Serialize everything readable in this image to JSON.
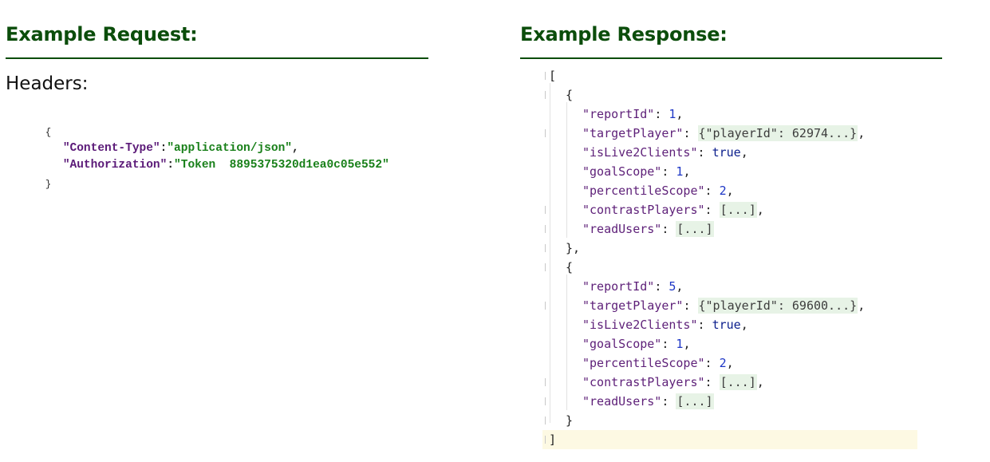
{
  "request": {
    "heading": "Example Request:",
    "headers_label": "Headers:",
    "open_brace": "{",
    "close_brace": "}",
    "lines": [
      {
        "key": "\"Content-Type\"",
        "sep": ":",
        "value": "\"application/json\"",
        "trail": ","
      },
      {
        "key": "\"Authorization\"",
        "sep": ":",
        "value": "\"Token  8895375320d1ea0c05e552\"",
        "trail": ""
      }
    ]
  },
  "response": {
    "heading": "Example Response:",
    "lines": [
      {
        "indent": 0,
        "gutter": true,
        "parts": [
          {
            "t": "[",
            "c": "punct"
          }
        ]
      },
      {
        "indent": 1,
        "gutter": true,
        "parts": [
          {
            "t": "{",
            "c": "punct"
          }
        ]
      },
      {
        "indent": 2,
        "gutter": false,
        "parts": [
          {
            "t": "\"reportId\"",
            "c": "rk"
          },
          {
            "t": ": ",
            "c": "punct"
          },
          {
            "t": "1",
            "c": "num"
          },
          {
            "t": ",",
            "c": "punct"
          }
        ]
      },
      {
        "indent": 2,
        "gutter": true,
        "parts": [
          {
            "t": "\"targetPlayer\"",
            "c": "rk"
          },
          {
            "t": ": ",
            "c": "punct"
          },
          {
            "t": "{\"playerId\": 62974...}",
            "c": "fold"
          },
          {
            "t": ",",
            "c": "punct"
          }
        ]
      },
      {
        "indent": 2,
        "gutter": false,
        "parts": [
          {
            "t": "\"isLive2Clients\"",
            "c": "rk"
          },
          {
            "t": ": ",
            "c": "punct"
          },
          {
            "t": "true",
            "c": "kw"
          },
          {
            "t": ",",
            "c": "punct"
          }
        ]
      },
      {
        "indent": 2,
        "gutter": false,
        "parts": [
          {
            "t": "\"goalScope\"",
            "c": "rk"
          },
          {
            "t": ": ",
            "c": "punct"
          },
          {
            "t": "1",
            "c": "num"
          },
          {
            "t": ",",
            "c": "punct"
          }
        ]
      },
      {
        "indent": 2,
        "gutter": false,
        "parts": [
          {
            "t": "\"percentileScope\"",
            "c": "rk"
          },
          {
            "t": ": ",
            "c": "punct"
          },
          {
            "t": "2",
            "c": "num"
          },
          {
            "t": ",",
            "c": "punct"
          }
        ]
      },
      {
        "indent": 2,
        "gutter": true,
        "parts": [
          {
            "t": "\"contrastPlayers\"",
            "c": "rk"
          },
          {
            "t": ": ",
            "c": "punct"
          },
          {
            "t": "[...]",
            "c": "fold"
          },
          {
            "t": ",",
            "c": "punct"
          }
        ]
      },
      {
        "indent": 2,
        "gutter": true,
        "parts": [
          {
            "t": "\"readUsers\"",
            "c": "rk"
          },
          {
            "t": ": ",
            "c": "punct"
          },
          {
            "t": "[...]",
            "c": "fold"
          }
        ]
      },
      {
        "indent": 1,
        "gutter": true,
        "parts": [
          {
            "t": "},",
            "c": "punct"
          }
        ]
      },
      {
        "indent": 1,
        "gutter": true,
        "parts": [
          {
            "t": "{",
            "c": "punct"
          }
        ]
      },
      {
        "indent": 2,
        "gutter": false,
        "parts": [
          {
            "t": "\"reportId\"",
            "c": "rk"
          },
          {
            "t": ": ",
            "c": "punct"
          },
          {
            "t": "5",
            "c": "num"
          },
          {
            "t": ",",
            "c": "punct"
          }
        ]
      },
      {
        "indent": 2,
        "gutter": true,
        "parts": [
          {
            "t": "\"targetPlayer\"",
            "c": "rk"
          },
          {
            "t": ": ",
            "c": "punct"
          },
          {
            "t": "{\"playerId\": 69600...}",
            "c": "fold"
          },
          {
            "t": ",",
            "c": "punct"
          }
        ]
      },
      {
        "indent": 2,
        "gutter": false,
        "parts": [
          {
            "t": "\"isLive2Clients\"",
            "c": "rk"
          },
          {
            "t": ": ",
            "c": "punct"
          },
          {
            "t": "true",
            "c": "kw"
          },
          {
            "t": ",",
            "c": "punct"
          }
        ]
      },
      {
        "indent": 2,
        "gutter": false,
        "parts": [
          {
            "t": "\"goalScope\"",
            "c": "rk"
          },
          {
            "t": ": ",
            "c": "punct"
          },
          {
            "t": "1",
            "c": "num"
          },
          {
            "t": ",",
            "c": "punct"
          }
        ]
      },
      {
        "indent": 2,
        "gutter": false,
        "parts": [
          {
            "t": "\"percentileScope\"",
            "c": "rk"
          },
          {
            "t": ": ",
            "c": "punct"
          },
          {
            "t": "2",
            "c": "num"
          },
          {
            "t": ",",
            "c": "punct"
          }
        ]
      },
      {
        "indent": 2,
        "gutter": true,
        "parts": [
          {
            "t": "\"contrastPlayers\"",
            "c": "rk"
          },
          {
            "t": ": ",
            "c": "punct"
          },
          {
            "t": "[...]",
            "c": "fold"
          },
          {
            "t": ",",
            "c": "punct"
          }
        ]
      },
      {
        "indent": 2,
        "gutter": true,
        "parts": [
          {
            "t": "\"readUsers\"",
            "c": "rk"
          },
          {
            "t": ": ",
            "c": "punct"
          },
          {
            "t": "[...]",
            "c": "fold"
          }
        ]
      },
      {
        "indent": 1,
        "gutter": true,
        "parts": [
          {
            "t": "}",
            "c": "punct"
          }
        ]
      },
      {
        "indent": 0,
        "gutter": true,
        "highlight": true,
        "parts": [
          {
            "t": "]",
            "c": "punct"
          }
        ]
      }
    ]
  },
  "colors": {
    "heading": "#0b4d0b",
    "json_key": "#5d1f78",
    "json_string": "#19801a",
    "json_number": "#1d36c6",
    "json_keyword": "#0b1e8c",
    "fold_background": "#e7f3e6",
    "current_line": "#fdf9e3"
  }
}
